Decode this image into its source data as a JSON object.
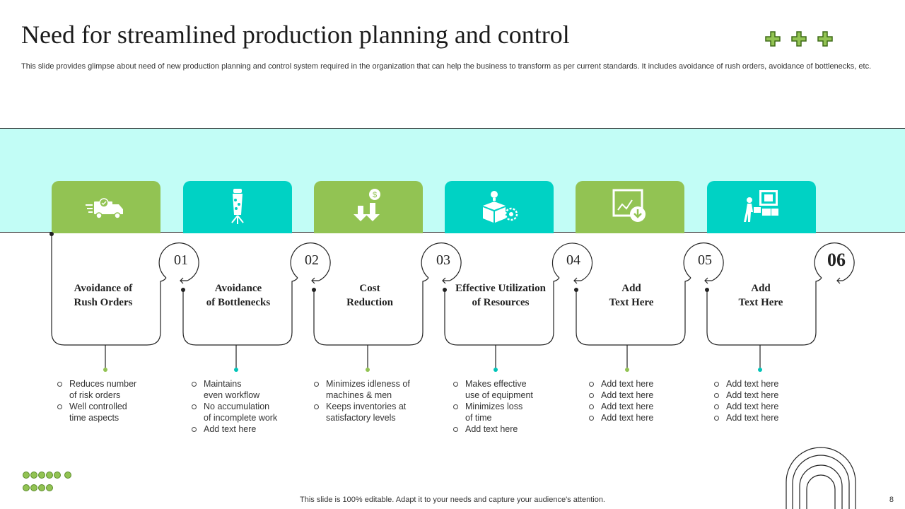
{
  "title": "Need for streamlined production planning and control",
  "subtitle": "This slide provides glimpse about need of new production planning and control system required in the organization that can help the business to transform as per current standards. It includes avoidance of rush orders, avoidance of bottlenecks, etc.",
  "accent_green": "#92c353",
  "accent_teal": "#00d2c4",
  "band_color": "#c2fdf6",
  "numbers": [
    "01",
    "02",
    "03",
    "04",
    "05",
    "06"
  ],
  "steps": [
    {
      "icon": "delivery-truck-icon",
      "color": "green",
      "title": [
        "Avoidance of",
        "Rush Orders"
      ],
      "bullets": [
        [
          "Reduces number",
          "of  risk orders"
        ],
        [
          "Well controlled",
          "time aspects"
        ]
      ]
    },
    {
      "icon": "bottleneck-icon",
      "color": "teal",
      "title": [
        "Avoidance",
        "of Bottlenecks"
      ],
      "bullets": [
        [
          "Maintains",
          "even  workflow"
        ],
        [
          "No accumulation",
          "of incomplete work"
        ],
        [
          "Add text here"
        ]
      ]
    },
    {
      "icon": "cost-down-icon",
      "color": "green",
      "title": [
        "Cost",
        "Reduction"
      ],
      "bullets": [
        [
          "Minimizes idleness of",
          "machines & men"
        ],
        [
          "Keeps inventories  at",
          "satisfactory levels"
        ]
      ]
    },
    {
      "icon": "resources-box-icon",
      "color": "teal",
      "title": [
        "Effective Utilization",
        "of Resources"
      ],
      "bullets": [
        [
          "Makes effective",
          "use of equipment"
        ],
        [
          "Minimizes loss",
          "of time"
        ],
        [
          "Add text here"
        ]
      ]
    },
    {
      "icon": "monitor-download-icon",
      "color": "green",
      "title": [
        "Add",
        "Text Here"
      ],
      "bullets": [
        [
          "Add text here"
        ],
        [
          "Add text here"
        ],
        [
          "Add text here"
        ],
        [
          "Add text here"
        ]
      ]
    },
    {
      "icon": "worker-boxes-icon",
      "color": "teal",
      "title": [
        "Add",
        "Text Here"
      ],
      "bullets": [
        [
          "Add text here"
        ],
        [
          "Add text here"
        ],
        [
          "Add text here"
        ],
        [
          "Add text here"
        ]
      ]
    }
  ],
  "footer": "This slide is 100% editable. Adapt it to your needs and capture your audience's attention.",
  "page_number": "8"
}
